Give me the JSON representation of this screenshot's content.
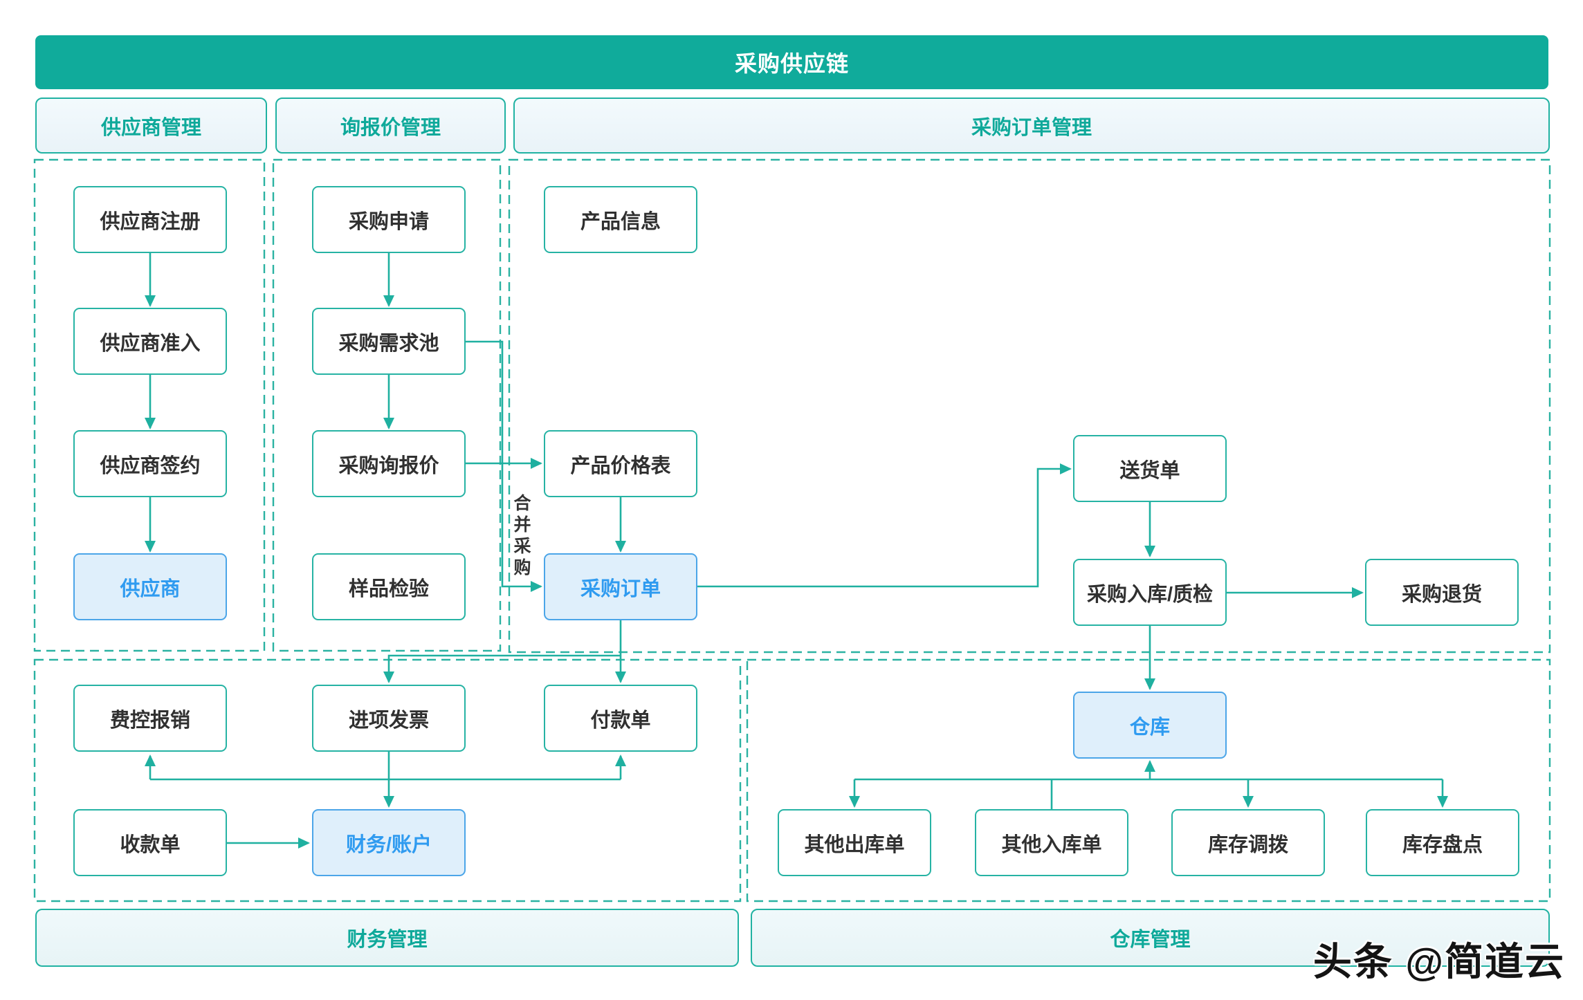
{
  "title": "采购供应链",
  "section_headers": [
    {
      "id": "supplier",
      "label": "供应商管理"
    },
    {
      "id": "inquiry",
      "label": "询报价管理"
    },
    {
      "id": "order",
      "label": "采购订单管理"
    }
  ],
  "section_footers": [
    {
      "id": "finance",
      "label": "财务管理"
    },
    {
      "id": "warehouse",
      "label": "仓库管理"
    }
  ],
  "nodes": {
    "supplier_register": {
      "label": "供应商注册",
      "type": "normal"
    },
    "supplier_access": {
      "label": "供应商准入",
      "type": "normal"
    },
    "supplier_sign": {
      "label": "供应商签约",
      "type": "normal"
    },
    "supplier": {
      "label": "供应商",
      "type": "highlight"
    },
    "purchase_request": {
      "label": "采购申请",
      "type": "normal"
    },
    "demand_pool": {
      "label": "采购需求池",
      "type": "normal"
    },
    "purchase_inquiry": {
      "label": "采购询报价",
      "type": "normal"
    },
    "sample_inspection": {
      "label": "样品检验",
      "type": "normal"
    },
    "product_info": {
      "label": "产品信息",
      "type": "normal"
    },
    "price_list": {
      "label": "产品价格表",
      "type": "normal"
    },
    "purchase_order": {
      "label": "采购订单",
      "type": "highlight"
    },
    "delivery_note": {
      "label": "送货单",
      "type": "normal"
    },
    "inbound_qc": {
      "label": "采购入库/质检",
      "type": "normal"
    },
    "purchase_return": {
      "label": "采购退货",
      "type": "normal"
    },
    "expense_reimburse": {
      "label": "费控报销",
      "type": "normal"
    },
    "input_invoice": {
      "label": "进项发票",
      "type": "normal"
    },
    "payment_note": {
      "label": "付款单",
      "type": "normal"
    },
    "receipt_note": {
      "label": "收款单",
      "type": "normal"
    },
    "finance_account": {
      "label": "财务/账户",
      "type": "highlight"
    },
    "warehouse": {
      "label": "仓库",
      "type": "highlight"
    },
    "other_outbound": {
      "label": "其他出库单",
      "type": "normal"
    },
    "other_inbound": {
      "label": "其他入库单",
      "type": "normal"
    },
    "stock_transfer": {
      "label": "库存调拨",
      "type": "normal"
    },
    "stock_count": {
      "label": "库存盘点",
      "type": "normal"
    }
  },
  "edge_labels": {
    "merge_purchase": "合并采购"
  },
  "watermark": "头条 @简道云",
  "colors": {
    "banner_fill": "#10AB9B",
    "teal_line": "#1FB0A0",
    "box_border": "#26B3A4",
    "header_fill": "#EDF6FA",
    "header_text": "#0FA99A",
    "highlight_fill": "#DFEFFB",
    "highlight_border": "#4BA5E8",
    "highlight_text": "#2F9BF0",
    "node_text": "#303030",
    "background": "#FFFFFF"
  }
}
